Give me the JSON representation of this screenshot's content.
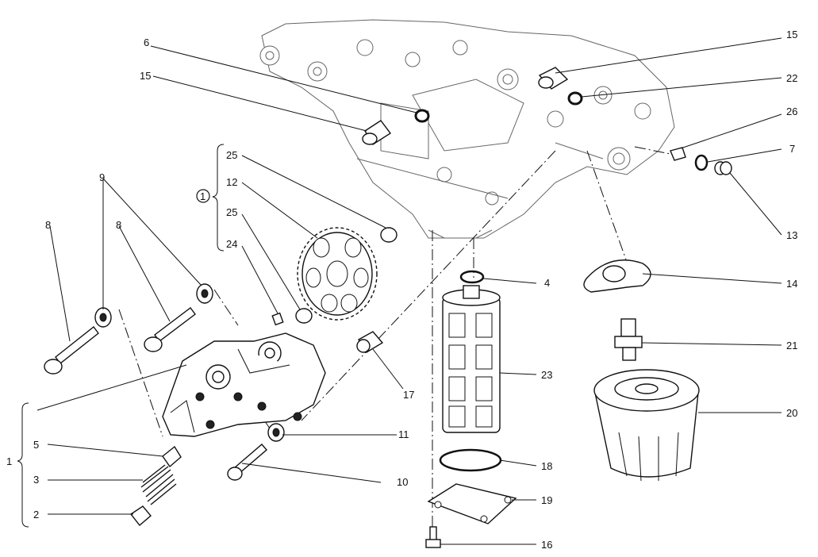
{
  "labels": {
    "l6": "6",
    "l15a": "15",
    "l15b": "15",
    "l22": "22",
    "l26": "26",
    "l7": "7",
    "l13": "13",
    "l14": "14",
    "l21": "21",
    "l20": "20",
    "l25a": "25",
    "l12": "12",
    "l25b": "25",
    "l24": "24",
    "l9": "9",
    "l8a": "8",
    "l8b": "8",
    "l4": "4",
    "l23": "23",
    "l17": "17",
    "l11": "11",
    "l10": "10",
    "l18": "18",
    "l19": "19",
    "l16": "16",
    "l1": "1",
    "l5": "5",
    "l3": "3",
    "l2": "2",
    "group_marker": "1"
  }
}
